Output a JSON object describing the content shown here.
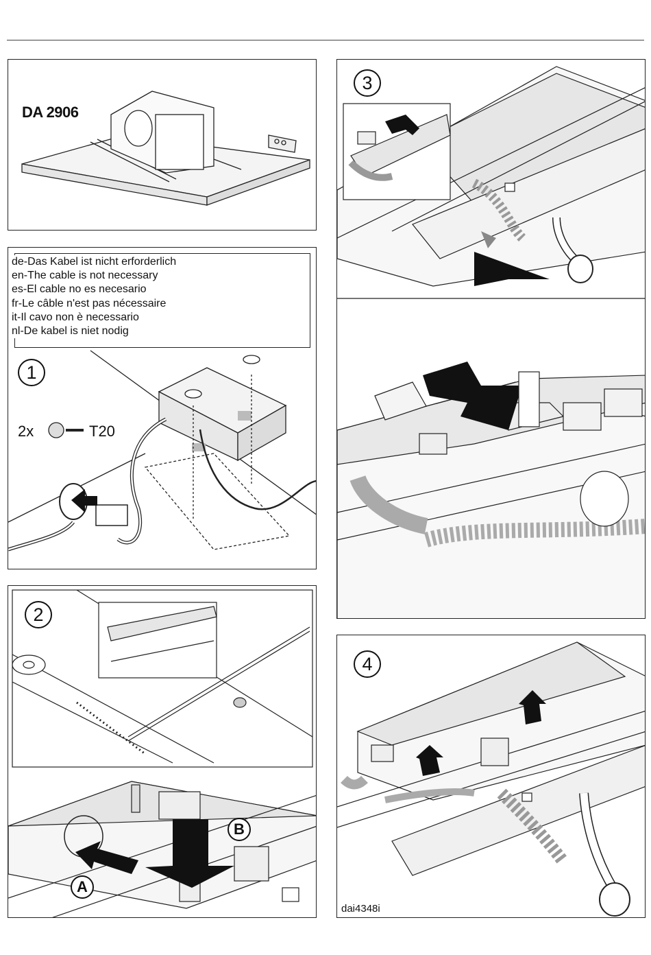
{
  "model": "DA 2906",
  "cable_notes": [
    "de-Das Kabel ist nicht erforderlich",
    "en-The cable is not necessary",
    "es-El cable no es necesario",
    "fr-Le câble n'est pas nécessaire",
    "it-Il cavo non è necessario",
    "nl-De kabel is niet nodig"
  ],
  "screw": {
    "quantity": "2x",
    "torx": "T20"
  },
  "steps": {
    "s1": "1",
    "s2": "2",
    "s3": "3",
    "s4": "4"
  },
  "callouts": {
    "a": "A",
    "b": "B"
  },
  "reference": "dai4348i"
}
